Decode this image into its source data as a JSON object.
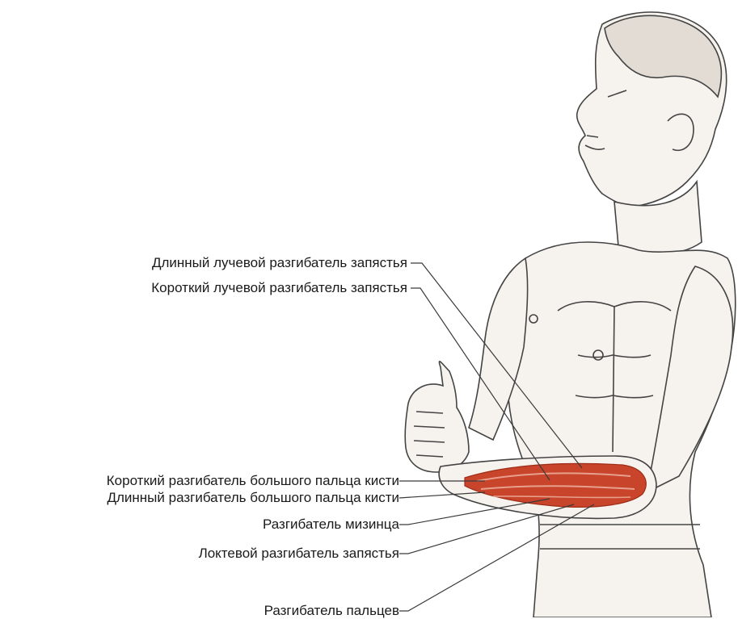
{
  "labels": [
    {
      "id": "ecrl",
      "text": "Длинный лучевой разгибатель запястья"
    },
    {
      "id": "ecrb",
      "text": "Короткий лучевой разгибатель запястья"
    },
    {
      "id": "epb",
      "text": "Короткий разгибатель большого пальца кисти"
    },
    {
      "id": "epl",
      "text": "Длинный разгибатель большого пальца кисти"
    },
    {
      "id": "edm",
      "text": "Разгибатель мизинца"
    },
    {
      "id": "ecu",
      "text": "Локтевой разгибатель запястья"
    },
    {
      "id": "ed",
      "text": "Разгибатель пальцев"
    }
  ],
  "colors": {
    "muscle": "#c8442a",
    "muscle_dark": "#9e2d18",
    "line": "#3a3a3a",
    "skin": "#f4efe9"
  }
}
